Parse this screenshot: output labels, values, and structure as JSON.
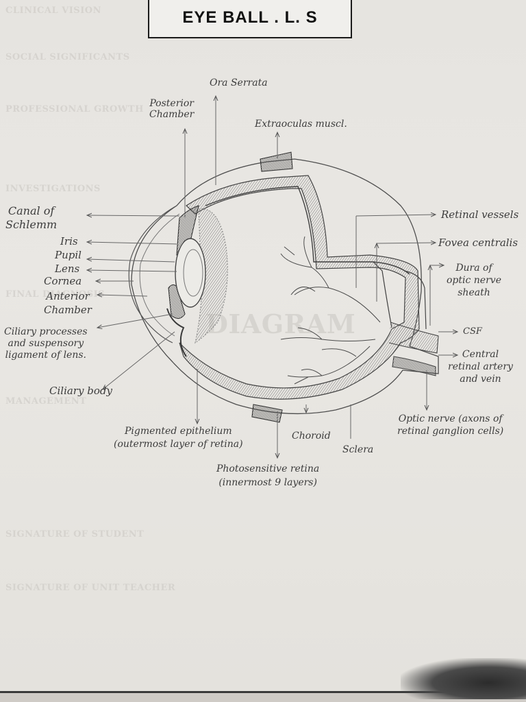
{
  "title": "EYE BALL . L. S",
  "page_bleed_text": [
    "CLINICAL VISION",
    "SOCIAL SIGNIFICANTS",
    "PROFESSIONAL GROWTH",
    "INVESTIGATIONS",
    "FINAL DIAGNOSIS",
    "MANAGEMENT",
    "SIGNATURE OF STUDENT",
    "SIGNATURE OF UNIT TEACHER",
    "DIAGRAM"
  ],
  "labels": {
    "ora_serrata": "Ora Serrata",
    "posterior_chamber": "Posterior\nChamber",
    "extraocular_muscle": "Extraoculas muscl.",
    "canal_of_schlemm": "Canal of\nSchlemm",
    "iris": "Iris",
    "pupil": "Pupil",
    "lens": "Lens",
    "cornea": "Cornea",
    "anterior_chamber": "Anterior\nChamber",
    "ciliary_processes": "Ciliary processes\nand suspensory\nligament of lens.",
    "ciliary_body": "Ciliary body",
    "retinal_vessels": "Retinal vessels",
    "fovea_centralis": "Fovea centralis",
    "dura_of_optic_nerve": "Dura of\noptic nerve\nsheath",
    "csf": "CSF",
    "central_retinal": "Central\nretinal artery\nand vein",
    "optic_nerve": "Optic nerve (axons of\nretinal ganglion cells)",
    "pigmented_epithelium": "Pigmented epithelium\n(outermost layer of retina)",
    "choroid": "Choroid",
    "sclera": "Sclera",
    "photosensitive_retina": "Photosensitive retina\n(innermost 9 layers)"
  }
}
